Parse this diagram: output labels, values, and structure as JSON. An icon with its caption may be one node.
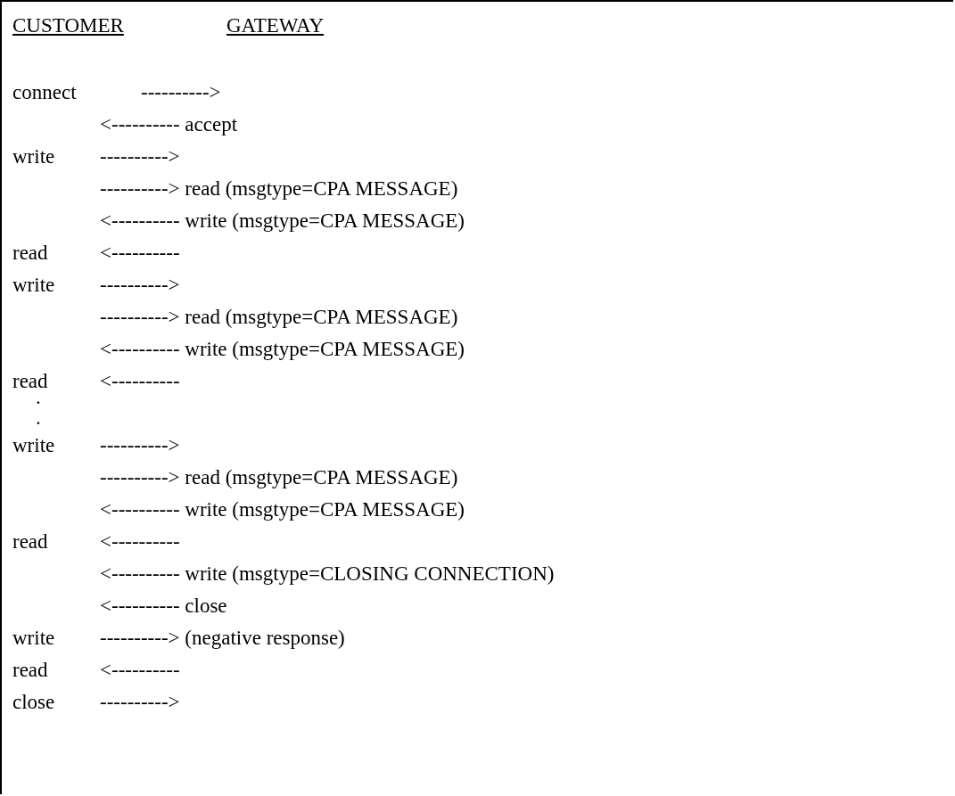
{
  "diagram": {
    "labels": [
      "CUSTOMER",
      "GATEWAY",
      "connect",
      "---------->",
      "<---------- accept",
      "write",
      "---------->",
      "----------> read (msgtype=CPA MESSAGE)",
      "<---------- write (msgtype=CPA MESSAGE)",
      "read",
      "<----------",
      "write",
      "---------->",
      "----------> read (msgtype=CPA MESSAGE)",
      "<---------- write (msgtype=CPA MESSAGE)",
      "read",
      "<----------",
      ".",
      ".",
      "write",
      "---------->",
      "----------> read (msgtype=CPA MESSAGE)",
      "<---------- write (msgtype=CPA MESSAGE)",
      "read",
      "<----------",
      "<---------- write (msgtype=CLOSING CONNECTION)",
      "<---------- close",
      "write",
      "----------> (negative response)",
      "read",
      "<----------",
      "close",
      "---------->"
    ]
  }
}
